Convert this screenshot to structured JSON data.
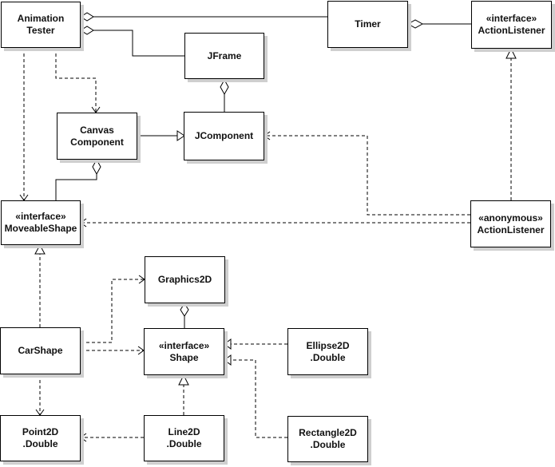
{
  "diagram": {
    "title": "Animation Tester UML class diagram",
    "type": "uml-class-diagram",
    "colors": {
      "background": "#ffffff",
      "node_fill": "#ffffff",
      "node_border": "#000000",
      "node_shadow": "#cfcfcf",
      "line": "#000000"
    },
    "nodes": {
      "animation_tester": {
        "label": "Animation\nTester"
      },
      "timer": {
        "label": "Timer"
      },
      "action_listener": {
        "label": "«interface»\nActionListener"
      },
      "jframe": {
        "label": "JFrame"
      },
      "canvas_component": {
        "label": "Canvas\nComponent"
      },
      "jcomponent": {
        "label": "JComponent"
      },
      "moveable_shape": {
        "label": "«interface»\nMoveableShape"
      },
      "anonymous_listener": {
        "label": "«anonymous»\nActionListener"
      },
      "graphics2d": {
        "label": "Graphics2D"
      },
      "carshape": {
        "label": "CarShape"
      },
      "shape": {
        "label": "«interface»\nShape"
      },
      "ellipse2d": {
        "label": "Ellipse2D\n.Double"
      },
      "point2d": {
        "label": "Point2D\n.Double"
      },
      "line2d": {
        "label": "Line2D\n.Double"
      },
      "rectangle2d": {
        "label": "Rectangle2D\n.Double"
      }
    },
    "edges": [
      {
        "from": "AnimationTester",
        "to": "Timer",
        "type": "aggregation"
      },
      {
        "from": "AnimationTester",
        "to": "JFrame",
        "type": "aggregation"
      },
      {
        "from": "AnimationTester",
        "to": "CanvasComponent",
        "type": "dependency"
      },
      {
        "from": "AnimationTester",
        "to": "MoveableShape",
        "type": "dependency"
      },
      {
        "from": "Timer",
        "to": "ActionListener",
        "type": "aggregation"
      },
      {
        "from": "JFrame",
        "to": "JComponent",
        "type": "aggregation"
      },
      {
        "from": "CanvasComponent",
        "to": "JComponent",
        "type": "generalization"
      },
      {
        "from": "CanvasComponent",
        "to": "MoveableShape",
        "type": "aggregation"
      },
      {
        "from": "AnonymousActionListener",
        "to": "ActionListener",
        "type": "realization"
      },
      {
        "from": "AnonymousActionListener",
        "to": "JComponent",
        "type": "dependency"
      },
      {
        "from": "AnonymousActionListener",
        "to": "MoveableShape",
        "type": "dependency"
      },
      {
        "from": "CarShape",
        "to": "MoveableShape",
        "type": "realization"
      },
      {
        "from": "CarShape",
        "to": "Graphics2D",
        "type": "dependency"
      },
      {
        "from": "CarShape",
        "to": "Shape",
        "type": "dependency"
      },
      {
        "from": "CarShape",
        "to": "Point2D.Double",
        "type": "dependency"
      },
      {
        "from": "Graphics2D",
        "to": "Shape",
        "type": "aggregation"
      },
      {
        "from": "Ellipse2D.Double",
        "to": "Shape",
        "type": "realization"
      },
      {
        "from": "Line2D.Double",
        "to": "Shape",
        "type": "realization"
      },
      {
        "from": "Rectangle2D.Double",
        "to": "Shape",
        "type": "realization"
      },
      {
        "from": "Line2D.Double",
        "to": "Point2D.Double",
        "type": "dependency"
      }
    ]
  }
}
